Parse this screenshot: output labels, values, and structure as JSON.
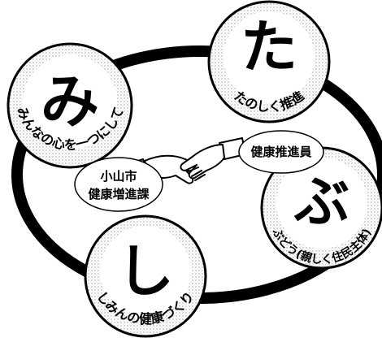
{
  "stations": {
    "mi": {
      "char": "み",
      "phrase": "みんなの心を一つにして"
    },
    "ta": {
      "char": "た",
      "phrase": "たのしく推進"
    },
    "bu": {
      "char": "ぶ",
      "phrase": "ぶどう(親しく住民主体)"
    },
    "shi": {
      "char": "し",
      "phrase": "しみんの健康づくり"
    }
  },
  "center": {
    "left_label_line1": "小山市",
    "left_label_line2": "健康増進課",
    "right_label": "健康推進員"
  },
  "colors": {
    "ink": "#000000",
    "paper": "#ffffff",
    "shade": "#b9b9b9"
  }
}
